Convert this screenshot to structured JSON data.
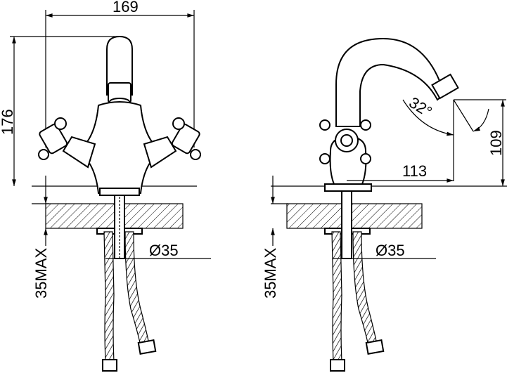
{
  "front_view": {
    "width_label": "169",
    "height_label": "176",
    "mount_depth_label": "35MAX",
    "hole_diameter_label": "Ø35"
  },
  "side_view": {
    "reach_label": "113",
    "spout_height_label": "109",
    "spout_angle_label": "32°",
    "mount_depth_label": "35MAX",
    "hole_diameter_label": "Ø35"
  }
}
